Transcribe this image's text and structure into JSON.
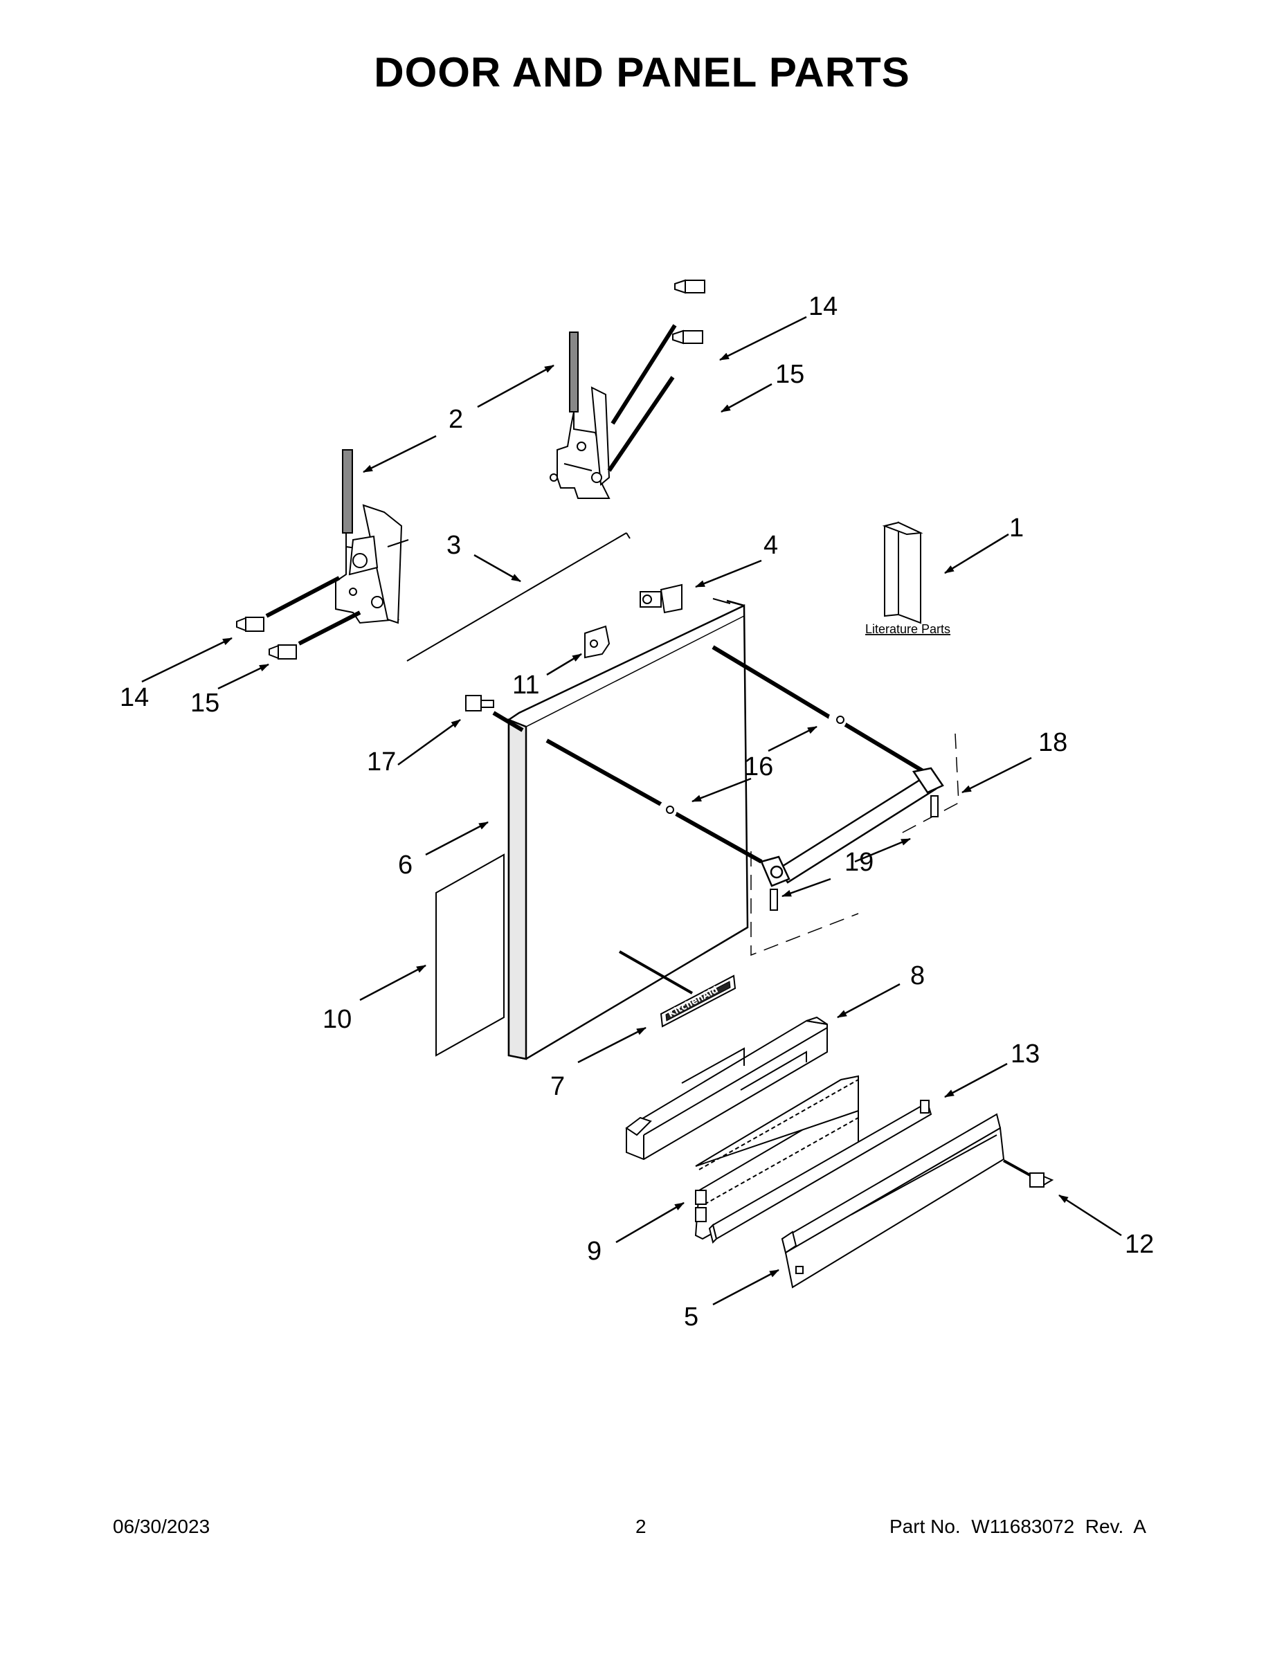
{
  "title": "DOOR AND PANEL PARTS",
  "callouts": {
    "c1": "1",
    "c2": "2",
    "c3": "3",
    "c4": "4",
    "c5": "5",
    "c6": "6",
    "c7": "7",
    "c8": "8",
    "c9": "9",
    "c10": "10",
    "c11": "11",
    "c12": "12",
    "c13": "13",
    "c14a": "14",
    "c14b": "14",
    "c15a": "15",
    "c15b": "15",
    "c16": "16",
    "c17": "17",
    "c18": "18",
    "c19": "19"
  },
  "literature_label": "Literature Parts",
  "brand_badge": "KitchenAid",
  "footer": {
    "date": "06/30/2023",
    "page": "2",
    "part_no": "Part No.  W11683072  Rev.  A"
  }
}
